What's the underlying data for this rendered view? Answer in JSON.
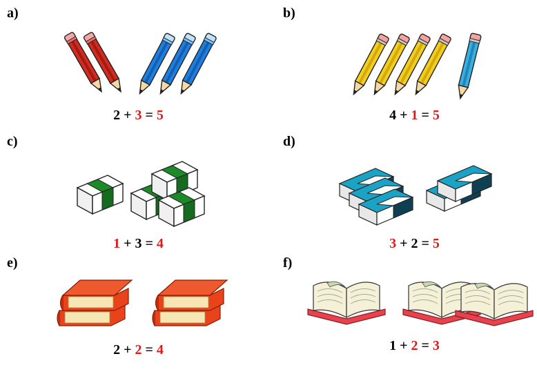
{
  "colors": {
    "red_text": "#e0191a",
    "black_text": "#000000",
    "red_pencil": "#d32b1f",
    "blue_pencil": "#1f7fe0",
    "yellow_pencil": "#f2cf1f",
    "light_blue_pencil": "#3aaee0",
    "green_eraser": "#1d8a2a",
    "teal_eraser": "#1aa3c4",
    "red_book": "#e8431a",
    "pink_book_cover": "#e8424d"
  },
  "panels": [
    {
      "id": "a",
      "label": "a)",
      "images": [
        "red-pencil-icon",
        "blue-pencil-icon"
      ],
      "counts": [
        2,
        3
      ],
      "equation": {
        "left": "2",
        "left_color": "black",
        "op": "+",
        "right": "3",
        "right_color": "red",
        "eq": "=",
        "result": "5",
        "result_color": "red"
      }
    },
    {
      "id": "b",
      "label": "b)",
      "images": [
        "yellow-pencil-icon",
        "light-blue-pencil-icon"
      ],
      "counts": [
        4,
        1
      ],
      "equation": {
        "left": "4",
        "left_color": "black",
        "op": "+",
        "right": "1",
        "right_color": "red",
        "eq": "=",
        "result": "5",
        "result_color": "red"
      }
    },
    {
      "id": "c",
      "label": "c)",
      "images": [
        "green-eraser-icon",
        "green-eraser-icon"
      ],
      "counts": [
        1,
        3
      ],
      "equation": {
        "left": "1",
        "left_color": "red",
        "op": "+",
        "right": "3",
        "right_color": "black",
        "eq": "=",
        "result": "4",
        "result_color": "red"
      }
    },
    {
      "id": "d",
      "label": "d)",
      "images": [
        "teal-eraser-icon",
        "teal-eraser-icon"
      ],
      "counts": [
        3,
        2
      ],
      "equation": {
        "left": "3",
        "left_color": "red",
        "op": "+",
        "right": "2",
        "right_color": "black",
        "eq": "=",
        "result": "5",
        "result_color": "red"
      }
    },
    {
      "id": "e",
      "label": "e)",
      "images": [
        "book-stack-icon",
        "book-stack-icon"
      ],
      "counts": [
        2,
        2
      ],
      "equation": {
        "left": "2",
        "left_color": "black",
        "op": "+",
        "right": "2",
        "right_color": "red",
        "eq": "=",
        "result": "4",
        "result_color": "red"
      }
    },
    {
      "id": "f",
      "label": "f)",
      "images": [
        "open-book-icon",
        "open-book-icon"
      ],
      "counts": [
        1,
        2
      ],
      "equation": {
        "left": "1",
        "left_color": "black",
        "op": "+",
        "right": "2",
        "right_color": "red",
        "eq": "=",
        "result": "3",
        "result_color": "red"
      }
    }
  ]
}
